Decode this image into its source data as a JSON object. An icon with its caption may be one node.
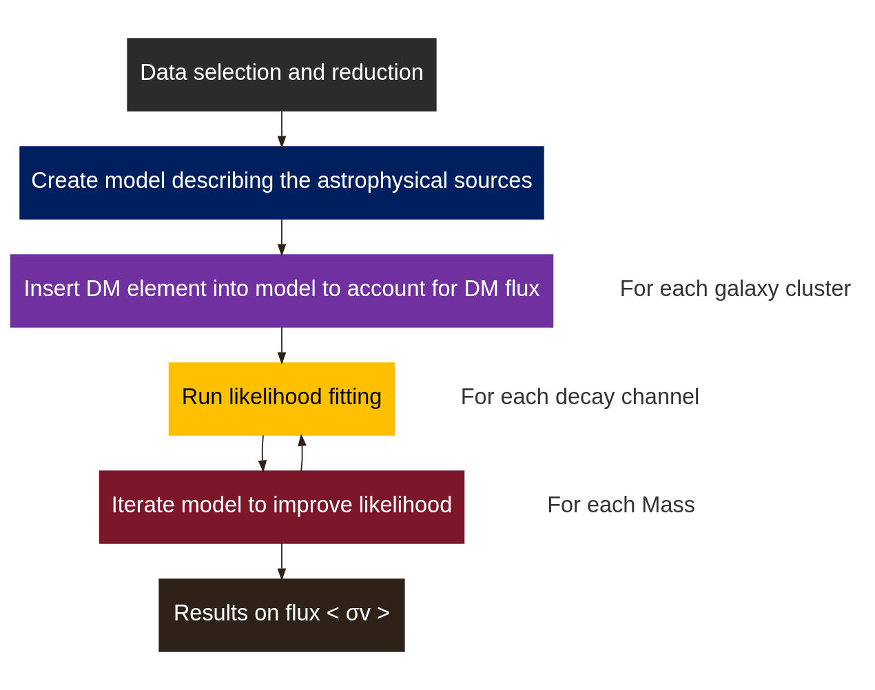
{
  "diagram": {
    "nodes": [
      {
        "text": [
          "Data selection and reduction"
        ]
      },
      {
        "text": [
          "Create model describing the astrophysical sources"
        ]
      },
      {
        "text": [
          "Insert DM element into model to account for DM flux"
        ]
      },
      {
        "text": [
          "Run likelihood fitting"
        ]
      },
      {
        "text": [
          "Iterate model to improve likelihood"
        ]
      },
      {
        "text": [
          "Results on flux < σv >"
        ]
      }
    ],
    "edges": [
      {
        "from": 0,
        "to": 1,
        "arrow": "to"
      },
      {
        "from": 1,
        "to": 2,
        "arrow": "to"
      },
      {
        "from": 2,
        "to": 3,
        "arrow": "to"
      },
      {
        "from": 3,
        "to": 4,
        "arrow": "to"
      },
      {
        "from": 4,
        "to": 3,
        "arrow": "to"
      },
      {
        "from": 4,
        "to": 5,
        "arrow": "to"
      }
    ],
    "labels": [
      "For each galaxy cluster",
      "For each decay channel",
      "For each Mass"
    ]
  }
}
